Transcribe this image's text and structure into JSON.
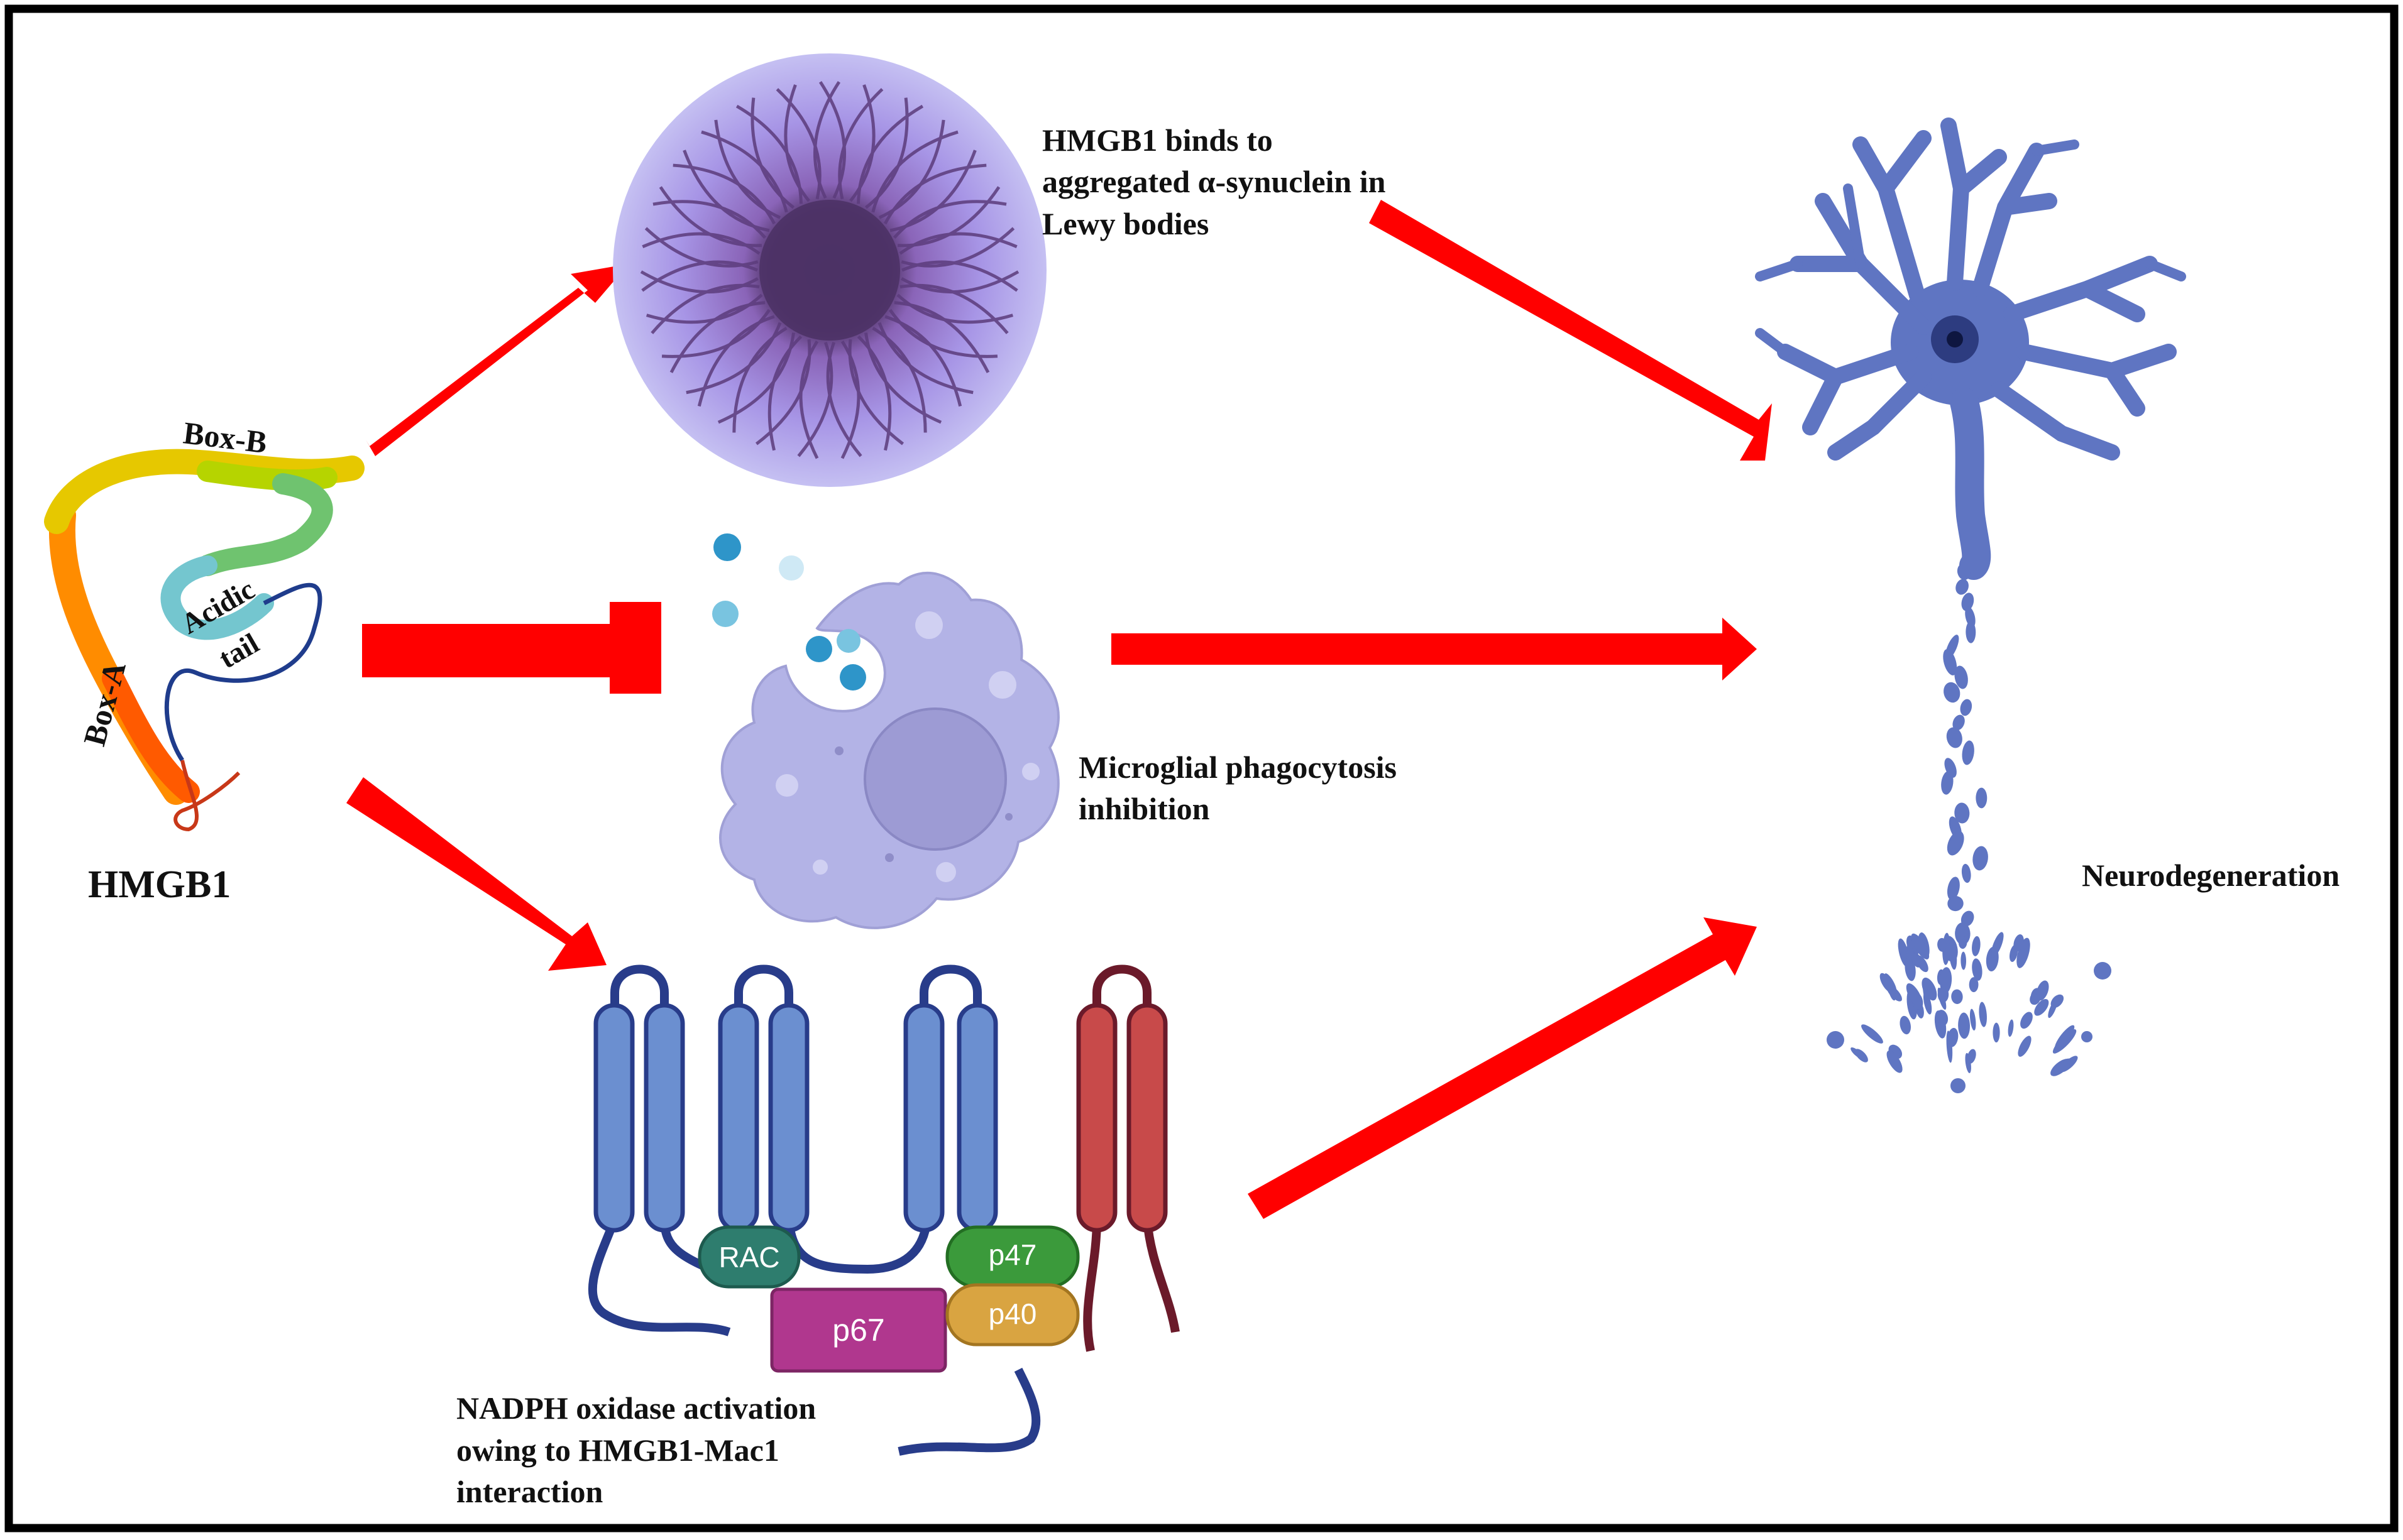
{
  "hmgb1": {
    "name": "HMGB1",
    "box_b": "Box-B",
    "box_a": "Box-A",
    "acidic_tail": [
      "Acidic",
      "tail"
    ]
  },
  "lewy": {
    "lines": [
      "HMGB1 binds to",
      "aggregated α-synuclein in",
      "Lewy bodies"
    ]
  },
  "microglia": {
    "lines": [
      "Microglial phagocytosis",
      "inhibition"
    ]
  },
  "nadph": {
    "lines": [
      "NADPH oxidase activation",
      "owing to HMGB1-Mac1",
      "interaction"
    ],
    "subunits": {
      "rac": "RAC",
      "p67": "p67",
      "p47": "p47",
      "p40": "p40"
    }
  },
  "outcome": {
    "label": "Neurodegeneration"
  },
  "colors": {
    "arrow": "#ff0000",
    "membrane_blue": "#6b8fd0",
    "membrane_red": "#c84a4a",
    "rac": "#2e7d6e",
    "p67": "#b0378e",
    "p47": "#3b9a3b",
    "p40": "#d9a441",
    "neuron": "#5f75c2",
    "cell": "#b3b3e6"
  }
}
